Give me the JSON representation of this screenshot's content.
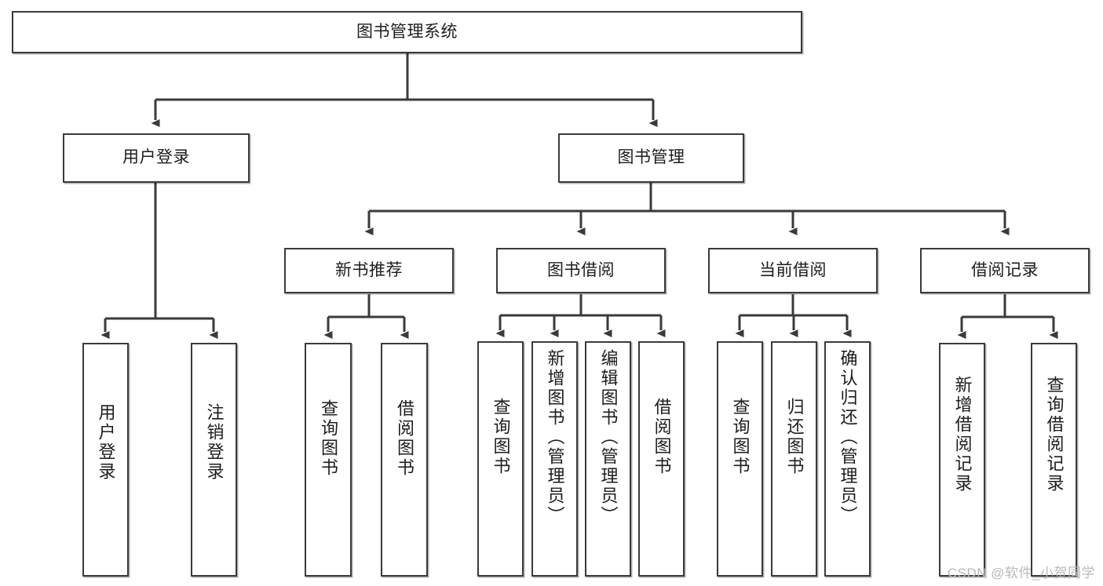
{
  "diagram": {
    "type": "tree-hierarchy",
    "orientation": "top-down",
    "stroke_color": "#3a3a3a",
    "text_color": "#1d1d1d",
    "background": "#ffffff",
    "root": {
      "id": "root",
      "label": "图书管理系统"
    },
    "level2": [
      {
        "id": "user-login",
        "label": "用户登录"
      },
      {
        "id": "book-management",
        "label": "图书管理"
      }
    ],
    "level3": [
      {
        "id": "new-book-recommend",
        "label": "新书推荐"
      },
      {
        "id": "book-borrow",
        "label": "图书借阅"
      },
      {
        "id": "current-borrow",
        "label": "当前借阅"
      },
      {
        "id": "borrow-record",
        "label": "借阅记录"
      }
    ],
    "leaves": [
      {
        "id": "leaf-user-login",
        "label": "用户登录",
        "parent": "user-login"
      },
      {
        "id": "leaf-logout-login",
        "label": "注销登录",
        "parent": "user-login"
      },
      {
        "id": "leaf-query-book-1",
        "label": "查询图书",
        "parent": "new-book-recommend"
      },
      {
        "id": "leaf-borrow-book-1",
        "label": "借阅图书",
        "parent": "new-book-recommend"
      },
      {
        "id": "leaf-query-book-2",
        "label": "查询图书",
        "parent": "book-borrow"
      },
      {
        "id": "leaf-add-book",
        "label": "新增图书（管理员）",
        "parent": "book-borrow"
      },
      {
        "id": "leaf-edit-book",
        "label": "编辑图书（管理员）",
        "parent": "book-borrow"
      },
      {
        "id": "leaf-borrow-book-2",
        "label": "借阅图书",
        "parent": "book-borrow"
      },
      {
        "id": "leaf-query-book-3",
        "label": "查询图书",
        "parent": "current-borrow"
      },
      {
        "id": "leaf-return-book",
        "label": "归还图书",
        "parent": "current-borrow"
      },
      {
        "id": "leaf-confirm-return",
        "label": "确认归还（管理员）",
        "parent": "current-borrow"
      },
      {
        "id": "leaf-add-record",
        "label": "新增借阅记录",
        "parent": "borrow-record"
      },
      {
        "id": "leaf-query-record",
        "label": "查询借阅记录",
        "parent": "borrow-record"
      }
    ]
  },
  "watermark": {
    "text": "CSDN @软件_小贺同学"
  }
}
